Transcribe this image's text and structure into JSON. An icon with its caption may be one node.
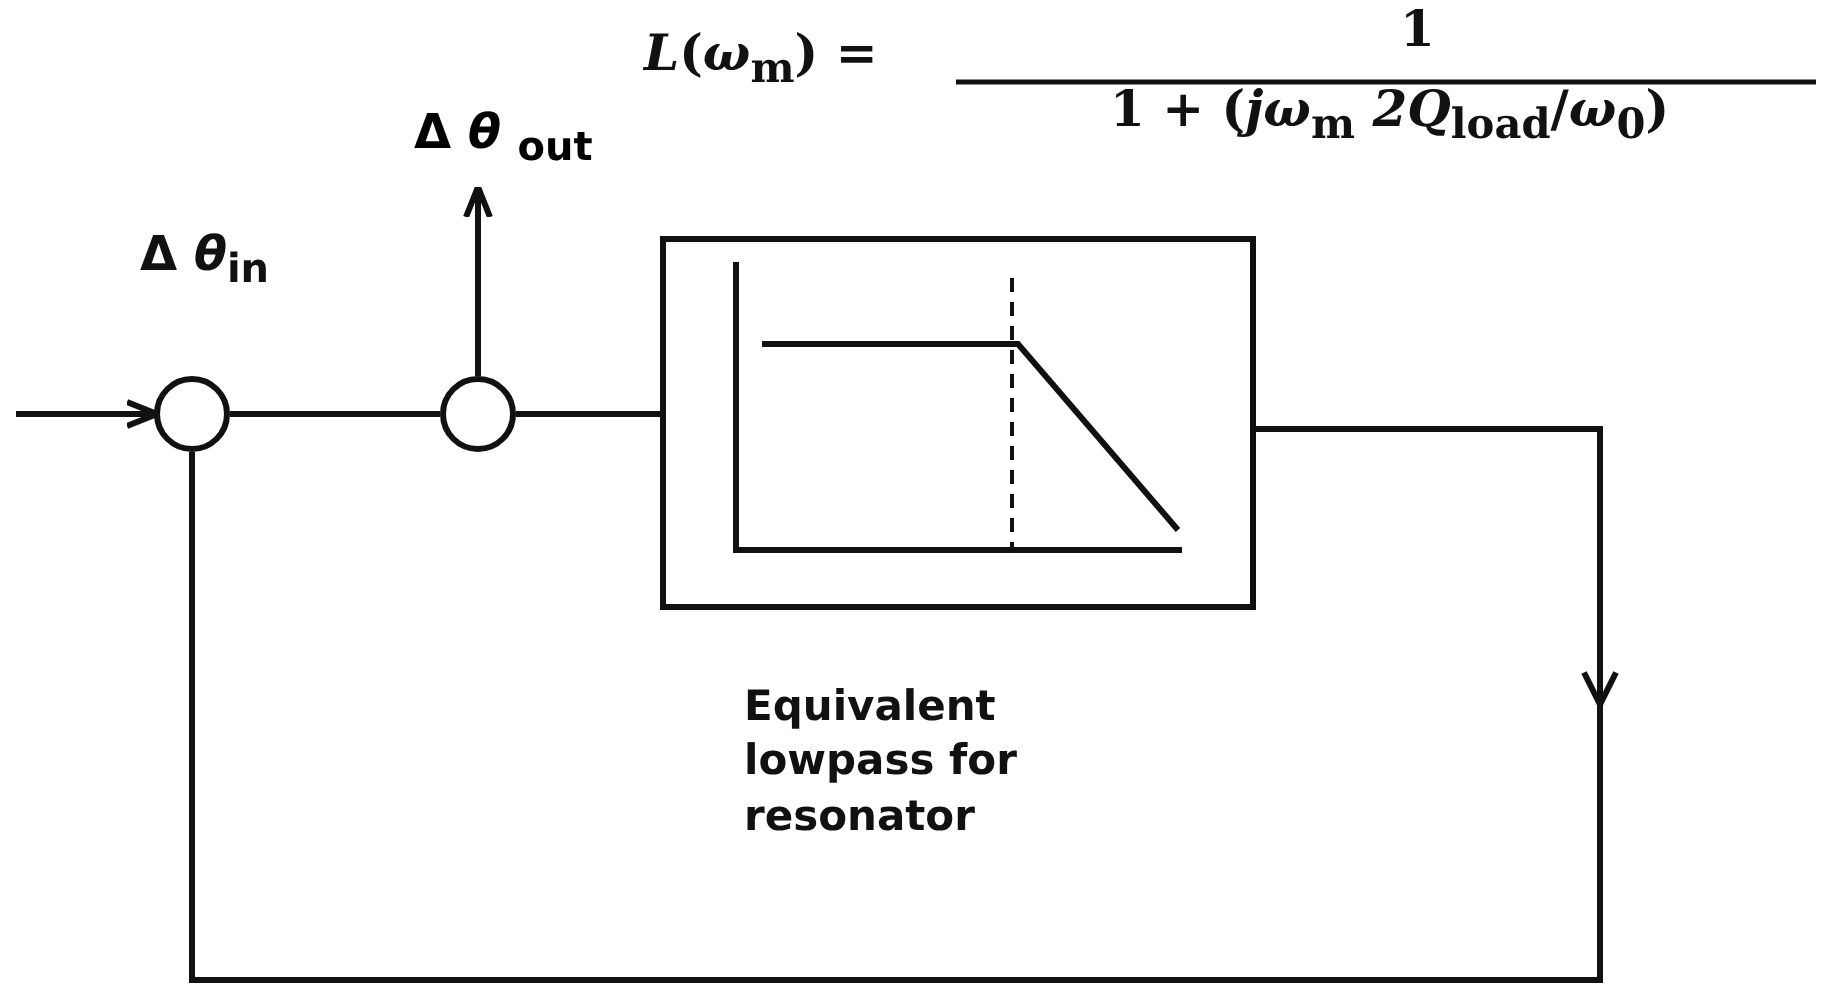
{
  "diagram": {
    "nodes": [
      {
        "text": [],
        "shape": "circle",
        "beside": [
          "Δ *θ*$_{in}$"
        ]
      },
      {
        "text": [],
        "shape": "circle"
      },
      {
        "text": [
          "Δ *θ* $_{out}$"
        ]
      },
      {
        "text": [],
        "shape": "box",
        "beside": [
          "Equivalent lowpass for resonator"
        ]
      }
    ],
    "edges": [
      {
        "from": null,
        "to": 0,
        "arrow": "to"
      },
      {
        "from": 0,
        "to": 1,
        "arrow": "none"
      },
      {
        "from": 1,
        "to": 2,
        "arrow": "to"
      },
      {
        "from": 1,
        "to": 3,
        "arrow": "none"
      },
      {
        "from": 3,
        "to": 0,
        "arrow": "to"
      }
    ],
    "labels": [
      "*L*(*ω*$_{m}$) =",
      "1",
      "1 + (*jω*$_{m}$ *2Q*$_{load}$/*ω*$_{0}$)"
    ]
  }
}
